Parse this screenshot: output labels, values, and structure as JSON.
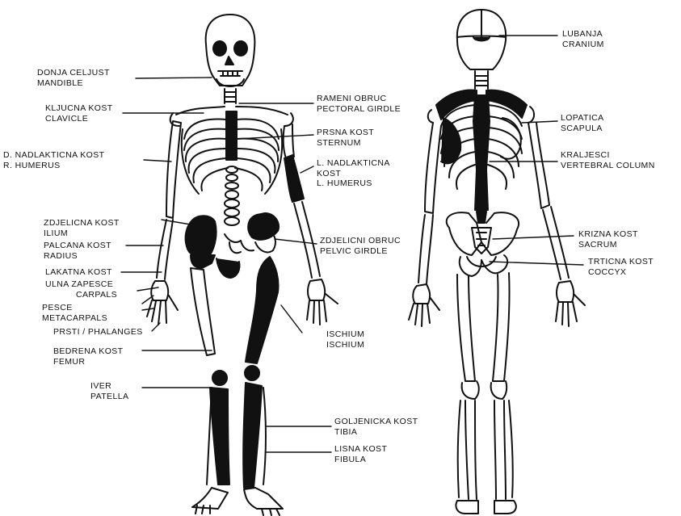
{
  "labels": {
    "mandible": {
      "line1": "DONJA CELJUST",
      "line2": "MANDIBLE"
    },
    "clavicle": {
      "line1": "KLJUCNA KOST",
      "line2": "CLAVICLE"
    },
    "humerus_r": {
      "line1": "D. NADLAKTICNA KOST",
      "line2": "R. HUMERUS"
    },
    "ilium": {
      "line1": "ZDJELICNA KOST",
      "line2": "ILIUM"
    },
    "radius": {
      "line1": "PALCANA KOST",
      "line2": "RADIUS"
    },
    "ulna": {
      "line1": "LAKATNA KOST"
    },
    "carpals": {
      "line1": "ULNA  ZAPESCE",
      "line2": "CARPALS"
    },
    "metacarpals": {
      "line1": "PESCE",
      "line2": "METACARPALS"
    },
    "phalanges": {
      "line1": "PRSTI / PHALANGES"
    },
    "femur": {
      "line1": "BEDRENA KOST",
      "line2": "FEMUR"
    },
    "patella": {
      "line1": "IVER",
      "line2": "PATELLA"
    },
    "pectoral_girdle": {
      "line1": "RAMENI OBRUC",
      "line2": "PECTORAL GIRDLE"
    },
    "sternum": {
      "line1": "PRSNA KOST",
      "line2": "STERNUM"
    },
    "humerus_l": {
      "line1": "L. NADLAKTICNA",
      "line2": "KOST",
      "line3": "L. HUMERUS"
    },
    "pelvic_girdle": {
      "line1": "ZDJELICNI OBRUC",
      "line2": "PELVIC GIRDLE"
    },
    "ischium": {
      "line1": "ISCHIUM",
      "line2": "ISCHIUM"
    },
    "tibia": {
      "line1": "GOLJENICKA KOST",
      "line2": "TIBIA"
    },
    "fibula": {
      "line1": "LISNA KOST",
      "line2": "FIBULA"
    },
    "cranium": {
      "line1": "LUBANJA",
      "line2": "CRANIUM"
    },
    "scapula": {
      "line1": "LOPATICA",
      "line2": "SCAPULA"
    },
    "vertebral_column": {
      "line1": "KRALJESCI",
      "line2": "VERTEBRAL COLUMN"
    },
    "sacrum": {
      "line1": "KRIZNA KOST",
      "line2": "SACRUM"
    },
    "coccyx": {
      "line1": "TRTICNA KOST",
      "line2": "COCCYX"
    }
  }
}
